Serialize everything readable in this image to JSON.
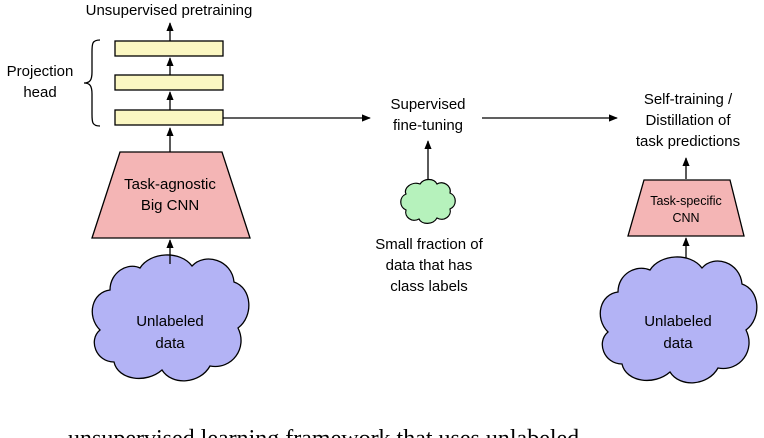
{
  "colors": {
    "cloud_fill": "#b3b3f5",
    "small_cloud_fill": "#b6f2bc",
    "trapezoid_fill": "#f4b5b5",
    "projection_fill": "#fbf7c2",
    "line": "#000000"
  },
  "labels": {
    "unsupervised_pretraining": "Unsupervised pretraining",
    "projection_head_line1": "Projection",
    "projection_head_line2": "head",
    "big_cnn_line1": "Task-agnostic",
    "big_cnn_line2": "Big CNN",
    "unlabeled_data_line1": "Unlabeled",
    "unlabeled_data_line2": "data",
    "supervised_line1": "Supervised",
    "supervised_line2": "fine-tuning",
    "small_fraction_line1": "Small fraction of",
    "small_fraction_line2": "data that has",
    "small_fraction_line3": "class labels",
    "self_training_line1": "Self-training /",
    "self_training_line2": "Distillation of",
    "self_training_line3": "task predictions",
    "task_specific_line1": "Task-specific",
    "task_specific_line2": "CNN",
    "unlabeled_data2_line1": "Unlabeled",
    "unlabeled_data2_line2": "data"
  },
  "caption_fragment": "...unsupervised learning framework that uses unlabeled..."
}
